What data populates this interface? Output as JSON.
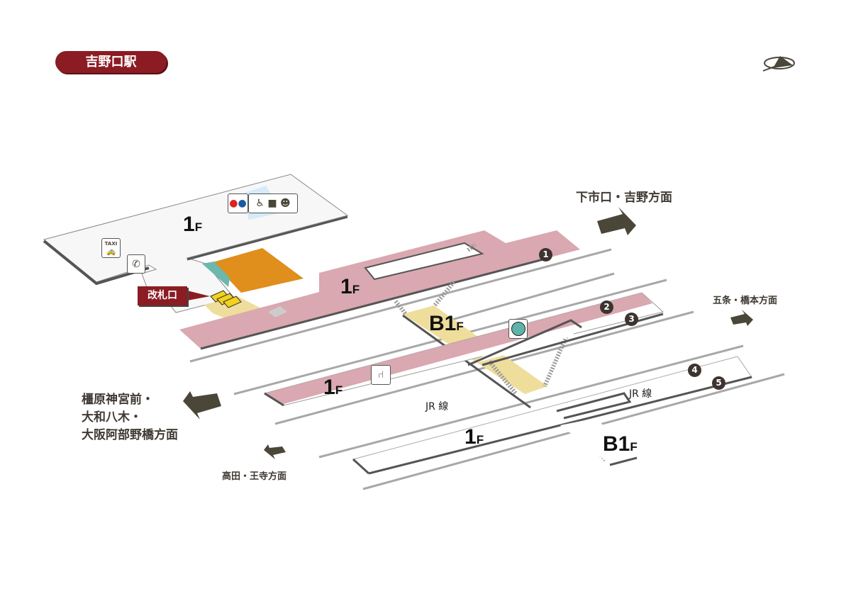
{
  "station_name": "吉野口駅",
  "gate_label": "改札口",
  "floors": {
    "concourse": {
      "num": "1",
      "suffix": "F"
    },
    "kintetsu_upper": {
      "num": "1",
      "suffix": "F"
    },
    "kintetsu_b1": {
      "num": "B1",
      "suffix": "F"
    },
    "kintetsu_lower": {
      "num": "1",
      "suffix": "F"
    },
    "jr_1f": {
      "num": "1",
      "suffix": "F"
    },
    "jr_b1": {
      "num": "B1",
      "suffix": "F"
    }
  },
  "platforms": [
    "1",
    "2",
    "3",
    "4",
    "5"
  ],
  "jr_labels": [
    "JR 線",
    "JR 線"
  ],
  "directions": {
    "shimoichi": "下市口・吉野方面",
    "gojo": "五条・橋本方面",
    "kashihara": [
      "橿原神宮前・",
      "大和八木・",
      "大阪阿部野橋方面"
    ],
    "takada": "高田・王寺方面"
  },
  "icons": [
    "toilet-icon",
    "wheelchair-icon",
    "multipurpose-room-icon",
    "baby-care-icon",
    "taxi-icon",
    "phone-icon",
    "waiting-room-icon",
    "seating-icon",
    "compass-icon"
  ],
  "taxi_label": "TAXI",
  "colors": {
    "brand": "#8b1c24",
    "kintetsu_platform": "#d9a8b0",
    "b1_corridor": "#efdd9c",
    "shop": "#e08e1c",
    "arrow": "#4a4638"
  }
}
